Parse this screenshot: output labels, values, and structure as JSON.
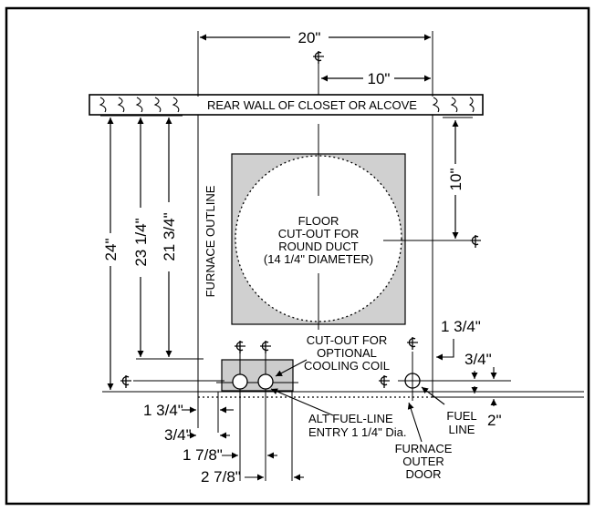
{
  "colors": {
    "line": "#000000",
    "cutout_fill": "#d0d0d0",
    "coil_fill": "#cccccc",
    "background": "#ffffff"
  },
  "dimensions": {
    "width_total": "20\"",
    "half_width": "10\"",
    "duct_offset": "10\"",
    "left_24": "24\"",
    "left_23_1_4": "23 1/4\"",
    "left_21_3_4": "21 3/4\"",
    "bottom_1_3_4": "1 3/4\"",
    "bottom_3_4": "3/4\"",
    "bottom_1_7_8": "1 7/8\"",
    "bottom_2_7_8": "2 7/8\"",
    "right_1_3_4": "1 3/4\"",
    "right_3_4": "3/4\"",
    "right_2": "2\""
  },
  "labels": {
    "rear_wall": "REAR WALL OF CLOSET OR ALCOVE",
    "furnace_outline": "FURNACE OUTLINE",
    "floor_cutout": [
      "FLOOR",
      "CUT-OUT FOR",
      "ROUND DUCT",
      "(14 1/4\" DIAMETER)"
    ],
    "coil_cutout": [
      "CUT-OUT FOR",
      "OPTIONAL",
      "COOLING COIL"
    ],
    "alt_fuel": [
      "ALT FUEL-LINE",
      "ENTRY 1 1/4\" Dia."
    ],
    "fuel_line": [
      "FUEL",
      "LINE"
    ],
    "outer_door": [
      "FURNACE",
      "OUTER",
      "DOOR"
    ]
  },
  "icons": [
    "centerline-symbol"
  ]
}
